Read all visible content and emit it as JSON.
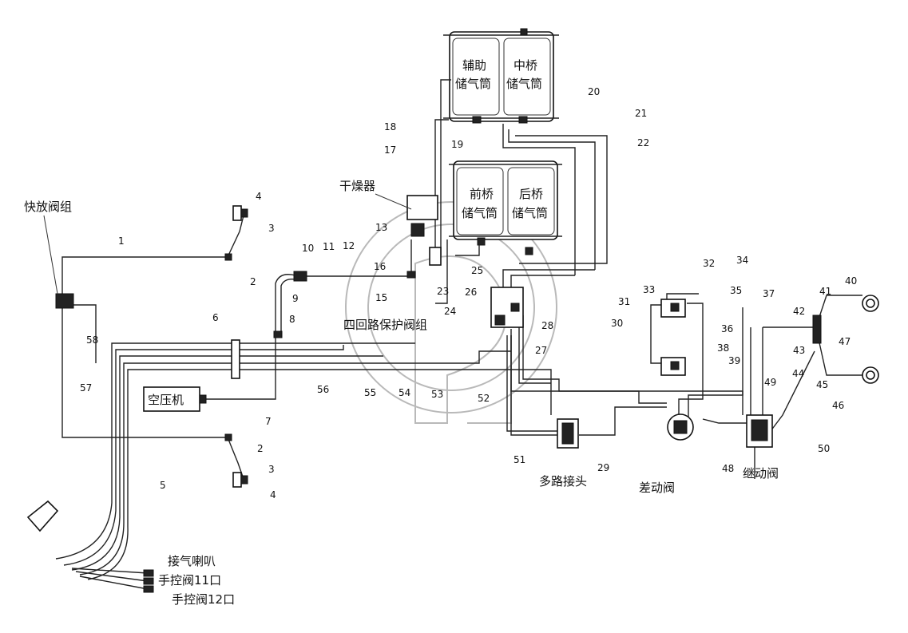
{
  "labels": {
    "release_valve_group": "快放阀组",
    "aux_tank": [
      "辅助",
      "储气筒"
    ],
    "mid_axle_tank": [
      "中桥",
      "储气筒"
    ],
    "front_axle_tank": [
      "前桥",
      "储气筒"
    ],
    "rear_axle_tank": [
      "后桥",
      "储气筒"
    ],
    "dryer": "干燥器",
    "four_circuit_valve": "四回路保护阀组",
    "compressor": "空压机",
    "multi_joint": "多路接头",
    "diff_valve": "差动阀",
    "relay_valve": "继动阀",
    "horn": "接气喇叭",
    "hand_valve_11": "手控阀11口",
    "hand_valve_12": "手控阀12口"
  },
  "numbers": [
    "1",
    "2",
    "3",
    "4",
    "5",
    "6",
    "7",
    "8",
    "9",
    "10",
    "11",
    "12",
    "13",
    "15",
    "16",
    "17",
    "18",
    "19",
    "20",
    "21",
    "22",
    "23",
    "24",
    "25",
    "26",
    "27",
    "28",
    "29",
    "30",
    "31",
    "32",
    "33",
    "34",
    "35",
    "36",
    "37",
    "38",
    "39",
    "40",
    "41",
    "42",
    "43",
    "44",
    "45",
    "46",
    "47",
    "48",
    "49",
    "50",
    "51",
    "52",
    "53",
    "54",
    "55",
    "56",
    "57",
    "58"
  ],
  "numbers_lower": [
    "2",
    "3",
    "4"
  ],
  "numbers_right_b": [
    "47"
  ]
}
